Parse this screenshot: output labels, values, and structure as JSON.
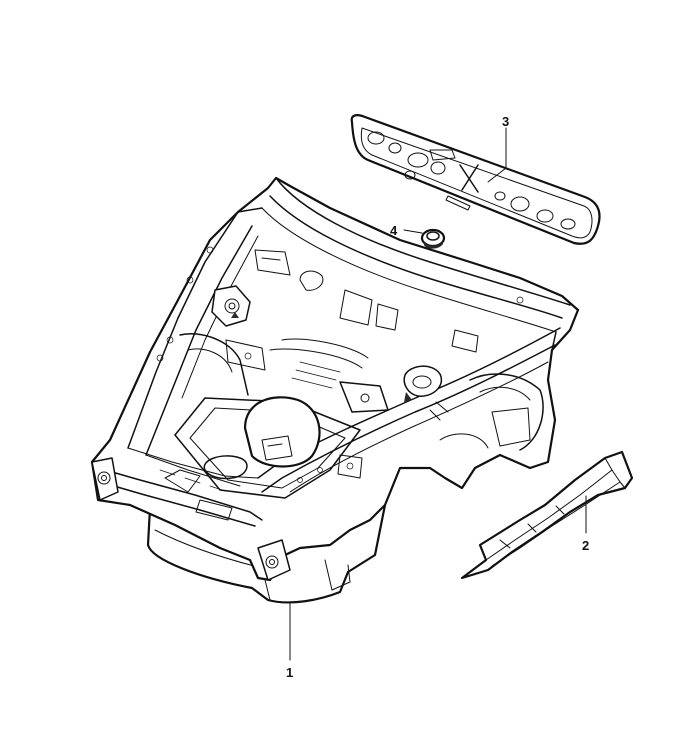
{
  "diagram": {
    "callouts": [
      {
        "id": "1",
        "label": "1"
      },
      {
        "id": "2",
        "label": "2"
      },
      {
        "id": "3",
        "label": "3"
      },
      {
        "id": "4",
        "label": "4"
      }
    ],
    "colors": {
      "line": "#111111",
      "background": "#ffffff"
    }
  }
}
